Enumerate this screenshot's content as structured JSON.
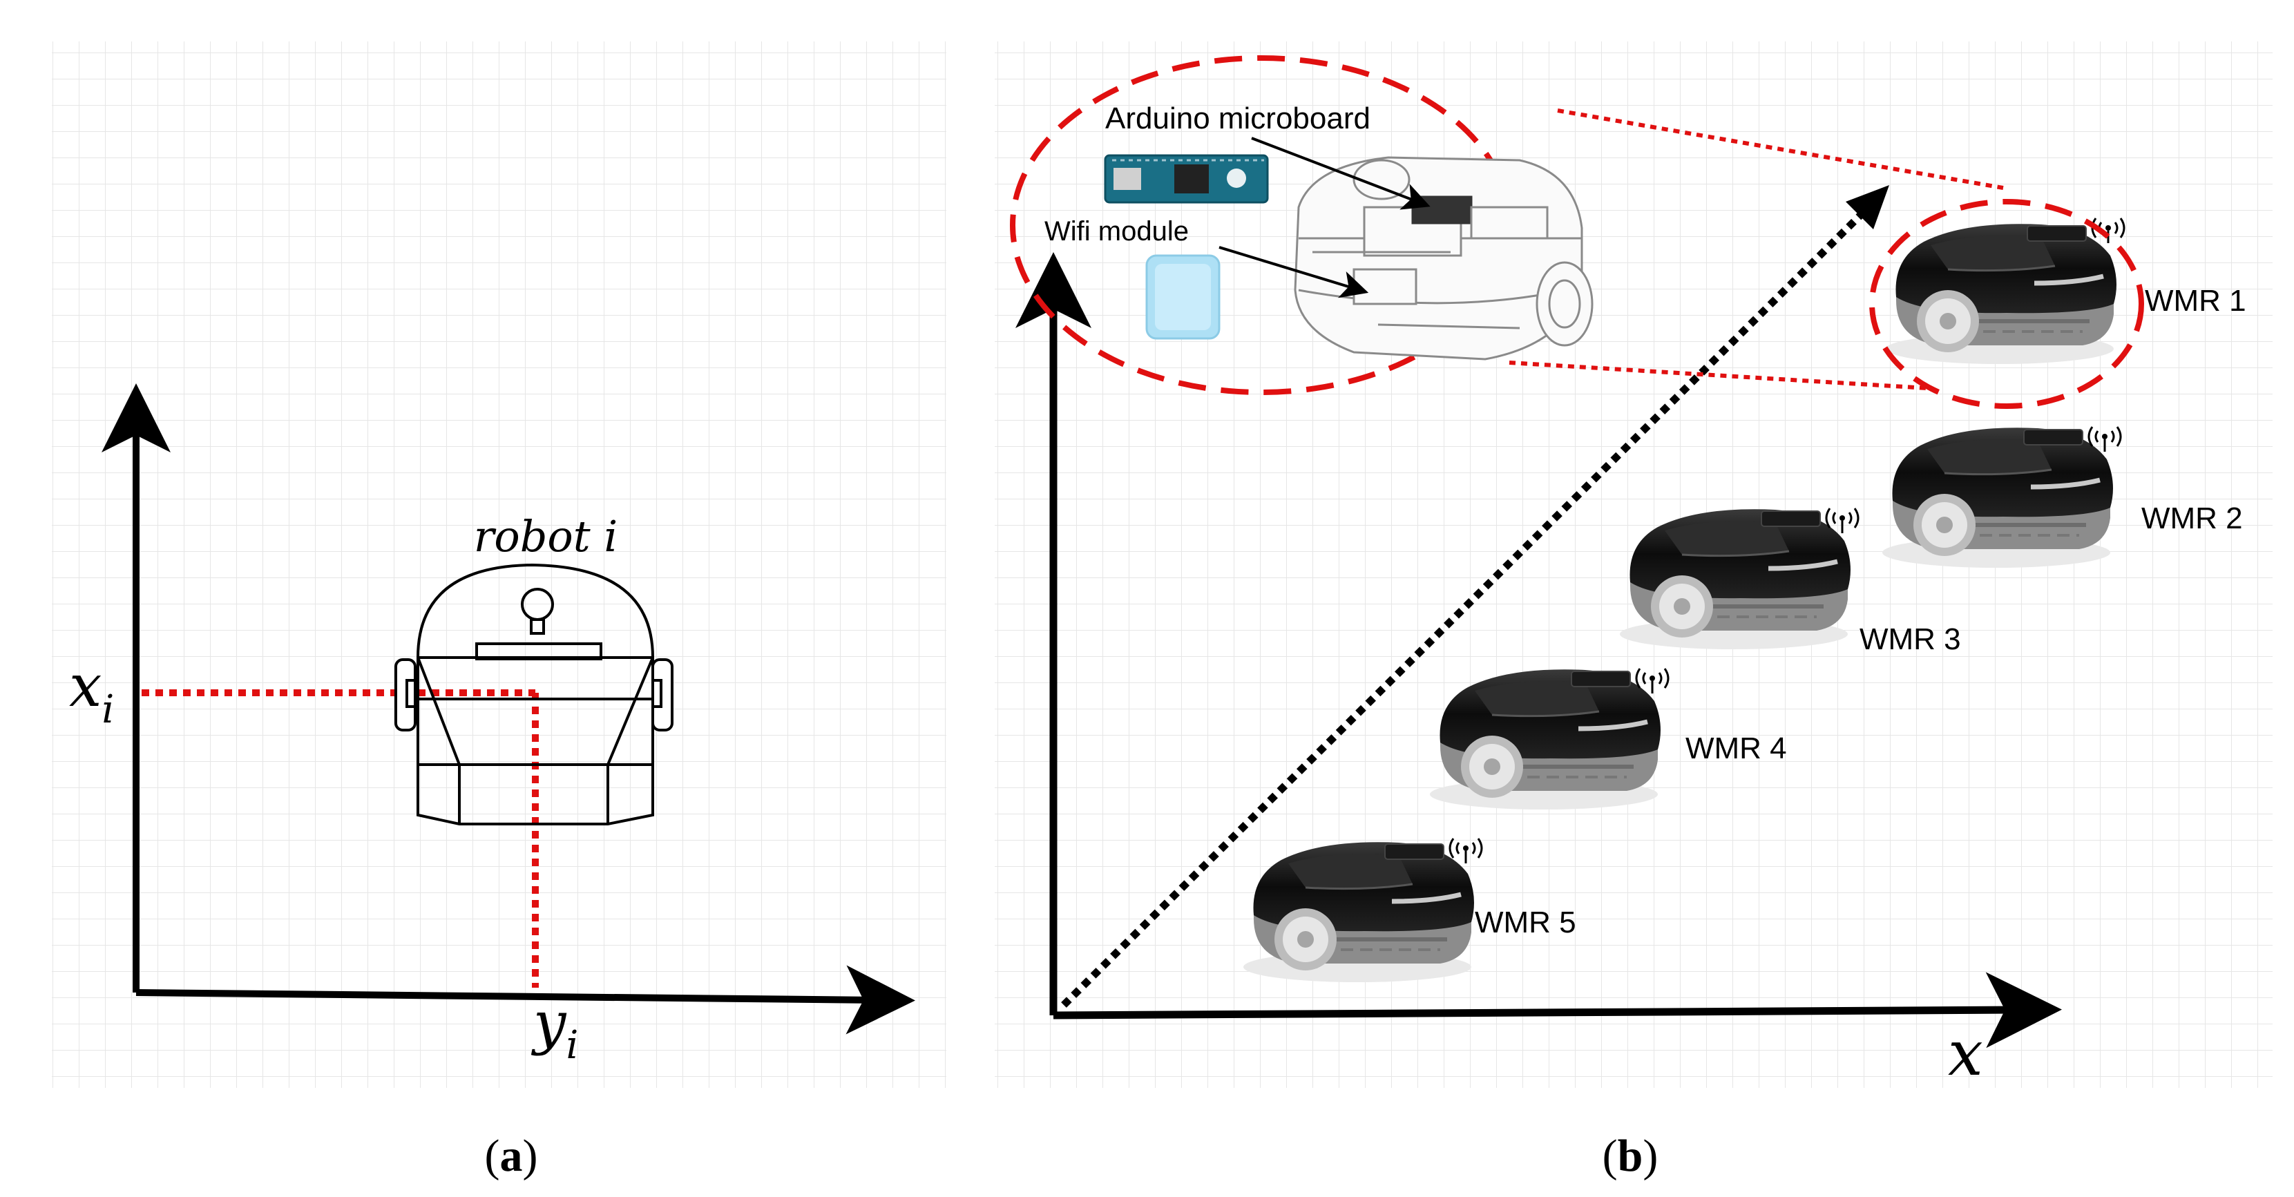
{
  "panel_a": {
    "caption": "(a)",
    "caption_letter": "a",
    "robot_label": "robot i",
    "x_axis_symbol": "x",
    "x_axis_subscript": "i",
    "y_axis_symbol": "y",
    "y_axis_subscript": "i"
  },
  "panel_b": {
    "caption": "(b)",
    "caption_letter": "b",
    "x_axis_label": "x",
    "component_labels": {
      "arduino": "Arduino microboard",
      "wifi": "Wifi module"
    },
    "robots": [
      {
        "label": "WMR 1"
      },
      {
        "label": "WMR 2"
      },
      {
        "label": "WMR 3"
      },
      {
        "label": "WMR 4"
      },
      {
        "label": "WMR 5"
      }
    ]
  },
  "colors": {
    "axis": "#000000",
    "dotted_guide": "#e01010",
    "ellipse": "#e01010",
    "grid": "#e6e6e6",
    "robot_body": "#111111",
    "robot_base": "#8a8a8a",
    "wheel": "#d8d8d8",
    "arduino_board": "#1a6f86",
    "wifi_module": "#aee0f5"
  }
}
